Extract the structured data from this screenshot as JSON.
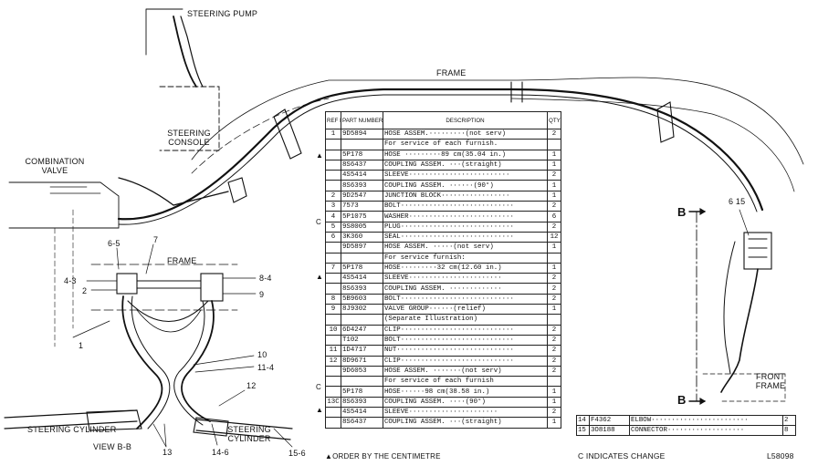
{
  "labels": {
    "steering_pump": "STEERING PUMP",
    "frame_top": "FRAME",
    "steering_console_1": "STEERING",
    "steering_console_2": "CONSOLE",
    "combination_valve_1": "COMBINATION",
    "combination_valve_2": "VALVE",
    "frame_mid": "FRAME",
    "steering_cylinder_left": "STEERING CYLINDER",
    "steering_cylinder_right_1": "STEERING",
    "steering_cylinder_right_2": "CYLINDER",
    "view_bb": "VIEW B-B",
    "front_frame_1": "FRONT",
    "front_frame_2": "FRAME",
    "section_b_top": "B",
    "section_b_bottom": "B"
  },
  "callouts": {
    "c6_5": "6-5",
    "c7": "7",
    "c4_3": "4-3",
    "c2": "2",
    "c8_4": "8-4",
    "c9": "9",
    "c1": "1",
    "c10": "10",
    "c11_4": "11-4",
    "c12": "12",
    "c13": "13",
    "c14_6": "14-6",
    "c15_6": "15-6",
    "c6_15": "6 15"
  },
  "table": {
    "headers": {
      "ref": "REF NO",
      "part": "PART NUMBER",
      "desc": "DESCRIPTION",
      "qty": "QTY"
    },
    "rows": [
      {
        "mark": "",
        "ref": "1",
        "part": "9D5894",
        "desc": "HOSE ASSEM.·········(not serv)",
        "qty": "2"
      },
      {
        "mark": "",
        "ref": "",
        "part": "",
        "desc": "   For service of each furnish.",
        "qty": ""
      },
      {
        "mark": "▲",
        "ref": "",
        "part": "5P178",
        "desc": "   HOSE ·········89 cm(35.04 in.)",
        "qty": "1"
      },
      {
        "mark": "",
        "ref": "",
        "part": "8S6437",
        "desc": "   COUPLING ASSEM. ···(straight)",
        "qty": "1"
      },
      {
        "mark": "",
        "ref": "",
        "part": "4S5414",
        "desc": "   SLEEVE·························",
        "qty": "2"
      },
      {
        "mark": "",
        "ref": "",
        "part": "8S6393",
        "desc": "   COUPLING ASSEM. ······(90°)",
        "qty": "1"
      },
      {
        "mark": "",
        "ref": "2",
        "part": "9D2547",
        "desc": "JUNCTION BLOCK·················",
        "qty": "1"
      },
      {
        "mark": "",
        "ref": "3",
        "part": "7573",
        "desc": "BOLT····························",
        "qty": "2"
      },
      {
        "mark": "C",
        "ref": "4",
        "part": "5P1075",
        "desc": "WASHER··························",
        "qty": "6"
      },
      {
        "mark": "",
        "ref": "5",
        "part": "9S8005",
        "desc": "PLUG····························",
        "qty": "2"
      },
      {
        "mark": "",
        "ref": "6",
        "part": "3K360",
        "desc": "SEAL····························",
        "qty": "12"
      },
      {
        "mark": "",
        "ref": "",
        "part": "9D5897",
        "desc": "HOSE ASSEM. ·····(not serv)",
        "qty": "1"
      },
      {
        "mark": "",
        "ref": "",
        "part": "",
        "desc": "   For service furnish:",
        "qty": ""
      },
      {
        "mark": "▲",
        "ref": "7",
        "part": "5P178",
        "desc": "   HOSE·········32 cm(12.60 in.)",
        "qty": "1"
      },
      {
        "mark": "",
        "ref": "",
        "part": "4S5414",
        "desc": "   SLEEVE·······················",
        "qty": "2"
      },
      {
        "mark": "",
        "ref": "",
        "part": "8S6393",
        "desc": "   COUPLING ASSEM. ·············",
        "qty": "2"
      },
      {
        "mark": "",
        "ref": "8",
        "part": "5B9603",
        "desc": "BOLT····························",
        "qty": "2"
      },
      {
        "mark": "",
        "ref": "9",
        "part": "8J9302",
        "desc": "VALVE GROUP······(relief)",
        "qty": "1"
      },
      {
        "mark": "",
        "ref": "",
        "part": "",
        "desc": "   (Separate Illustration)",
        "qty": ""
      },
      {
        "mark": "",
        "ref": "10",
        "part": "6D4247",
        "desc": "CLIP····························",
        "qty": "2"
      },
      {
        "mark": "",
        "ref": "",
        "part": "T102",
        "desc": "BOLT····························",
        "qty": "2"
      },
      {
        "mark": "",
        "ref": "11",
        "part": "1D4717",
        "desc": "NUT·····························",
        "qty": "2"
      },
      {
        "mark": "",
        "ref": "12",
        "part": "8D9671",
        "desc": "CLIP····························",
        "qty": "2"
      },
      {
        "mark": "C",
        "ref": "",
        "part": "9D6053",
        "desc": "HOSE ASSEM. ·······(not serv)",
        "qty": "2"
      },
      {
        "mark": "",
        "ref": "",
        "part": "",
        "desc": "   For service of each furnish",
        "qty": ""
      },
      {
        "mark": "▲",
        "ref": "",
        "part": "5P178",
        "desc": "   HOSE······98 cm(38.58 in.)",
        "qty": "1"
      },
      {
        "mark": "",
        "ref": "13C",
        "part": "8S6393",
        "desc": "   COUPLING ASSEM. ····(90°)",
        "qty": "1"
      },
      {
        "mark": "",
        "ref": "",
        "part": "4S5414",
        "desc": "   SLEEVE······················",
        "qty": "2"
      },
      {
        "mark": "",
        "ref": "",
        "part": "8S6437",
        "desc": "   COUPLING ASSEM. ···(straight)",
        "qty": "1"
      }
    ],
    "footnote": "▲ORDER BY THE CENTIMETRE"
  },
  "small_table": {
    "rows": [
      {
        "ref": "14",
        "part": "F4362",
        "desc": "ELBOW························",
        "qty": "2"
      },
      {
        "ref": "15",
        "part": "3O8188",
        "desc": "CONNECTOR···················",
        "qty": "8"
      }
    ],
    "note": "C INDICATES CHANGE",
    "drawing_no": "L58098"
  }
}
